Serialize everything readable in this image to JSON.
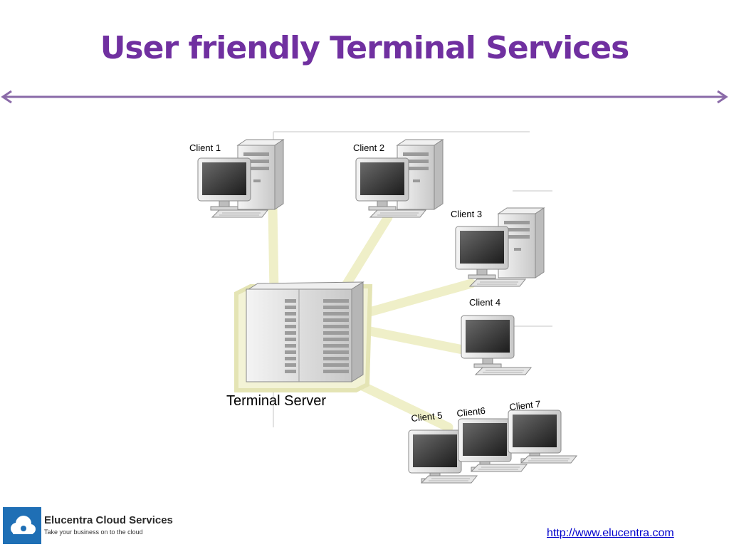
{
  "slide": {
    "title": "User friendly Terminal Services",
    "accent_color": "#7030a0"
  },
  "diagram": {
    "server_label": "Terminal Server",
    "server_icon": "server-rack-icon",
    "clients": [
      {
        "label": "Client 1",
        "icon": "desktop-tower-icon"
      },
      {
        "label": "Client 2",
        "icon": "desktop-tower-icon"
      },
      {
        "label": "Client 3",
        "icon": "desktop-tower-icon"
      },
      {
        "label": "Client 4",
        "icon": "monitor-icon"
      },
      {
        "label": "Client 5",
        "icon": "monitor-icon"
      },
      {
        "label": "Client6",
        "icon": "monitor-icon"
      },
      {
        "label": "Client 7",
        "icon": "monitor-icon"
      }
    ],
    "link_color": "#efefc8"
  },
  "footer": {
    "brand_name": "Elucentra Cloud Services",
    "brand_tagline": "Take your business on to the cloud",
    "brand_icon": "cloud-icon",
    "brand_color": "#1f6fb5",
    "url": "http://www.elucentra.com"
  }
}
